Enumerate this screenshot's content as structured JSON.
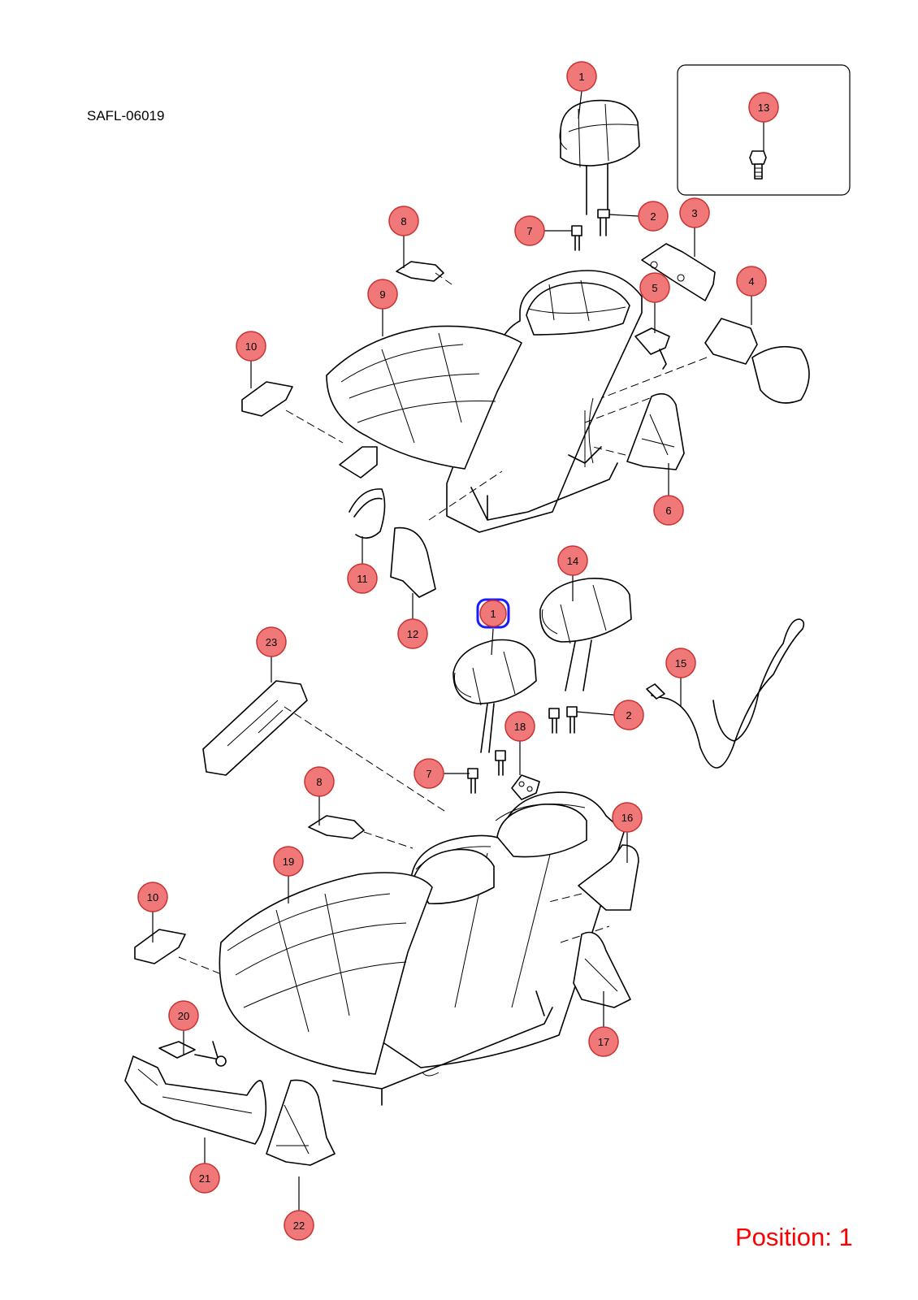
{
  "diagram_code": "SAFL-06019",
  "position_label": "Position: 1",
  "selected_callout": "1",
  "colors": {
    "callout_fill": "#f07878",
    "callout_stroke": "#c83232",
    "selected_outline": "#1a1aff",
    "position_text": "#ff0000"
  },
  "callouts": {
    "c1a": "1",
    "c2a": "2",
    "c3": "3",
    "c4": "4",
    "c5": "5",
    "c6": "6",
    "c7a": "7",
    "c8a": "8",
    "c9": "9",
    "c10a": "10",
    "c11": "11",
    "c12": "12",
    "c13": "13",
    "c14": "14",
    "c1b": "1",
    "c15": "15",
    "c2b": "2",
    "c18": "18",
    "c23": "23",
    "c7b": "7",
    "c8b": "8",
    "c16": "16",
    "c19": "19",
    "c10b": "10",
    "c17": "17",
    "c20": "20",
    "c21": "21",
    "c22": "22"
  }
}
